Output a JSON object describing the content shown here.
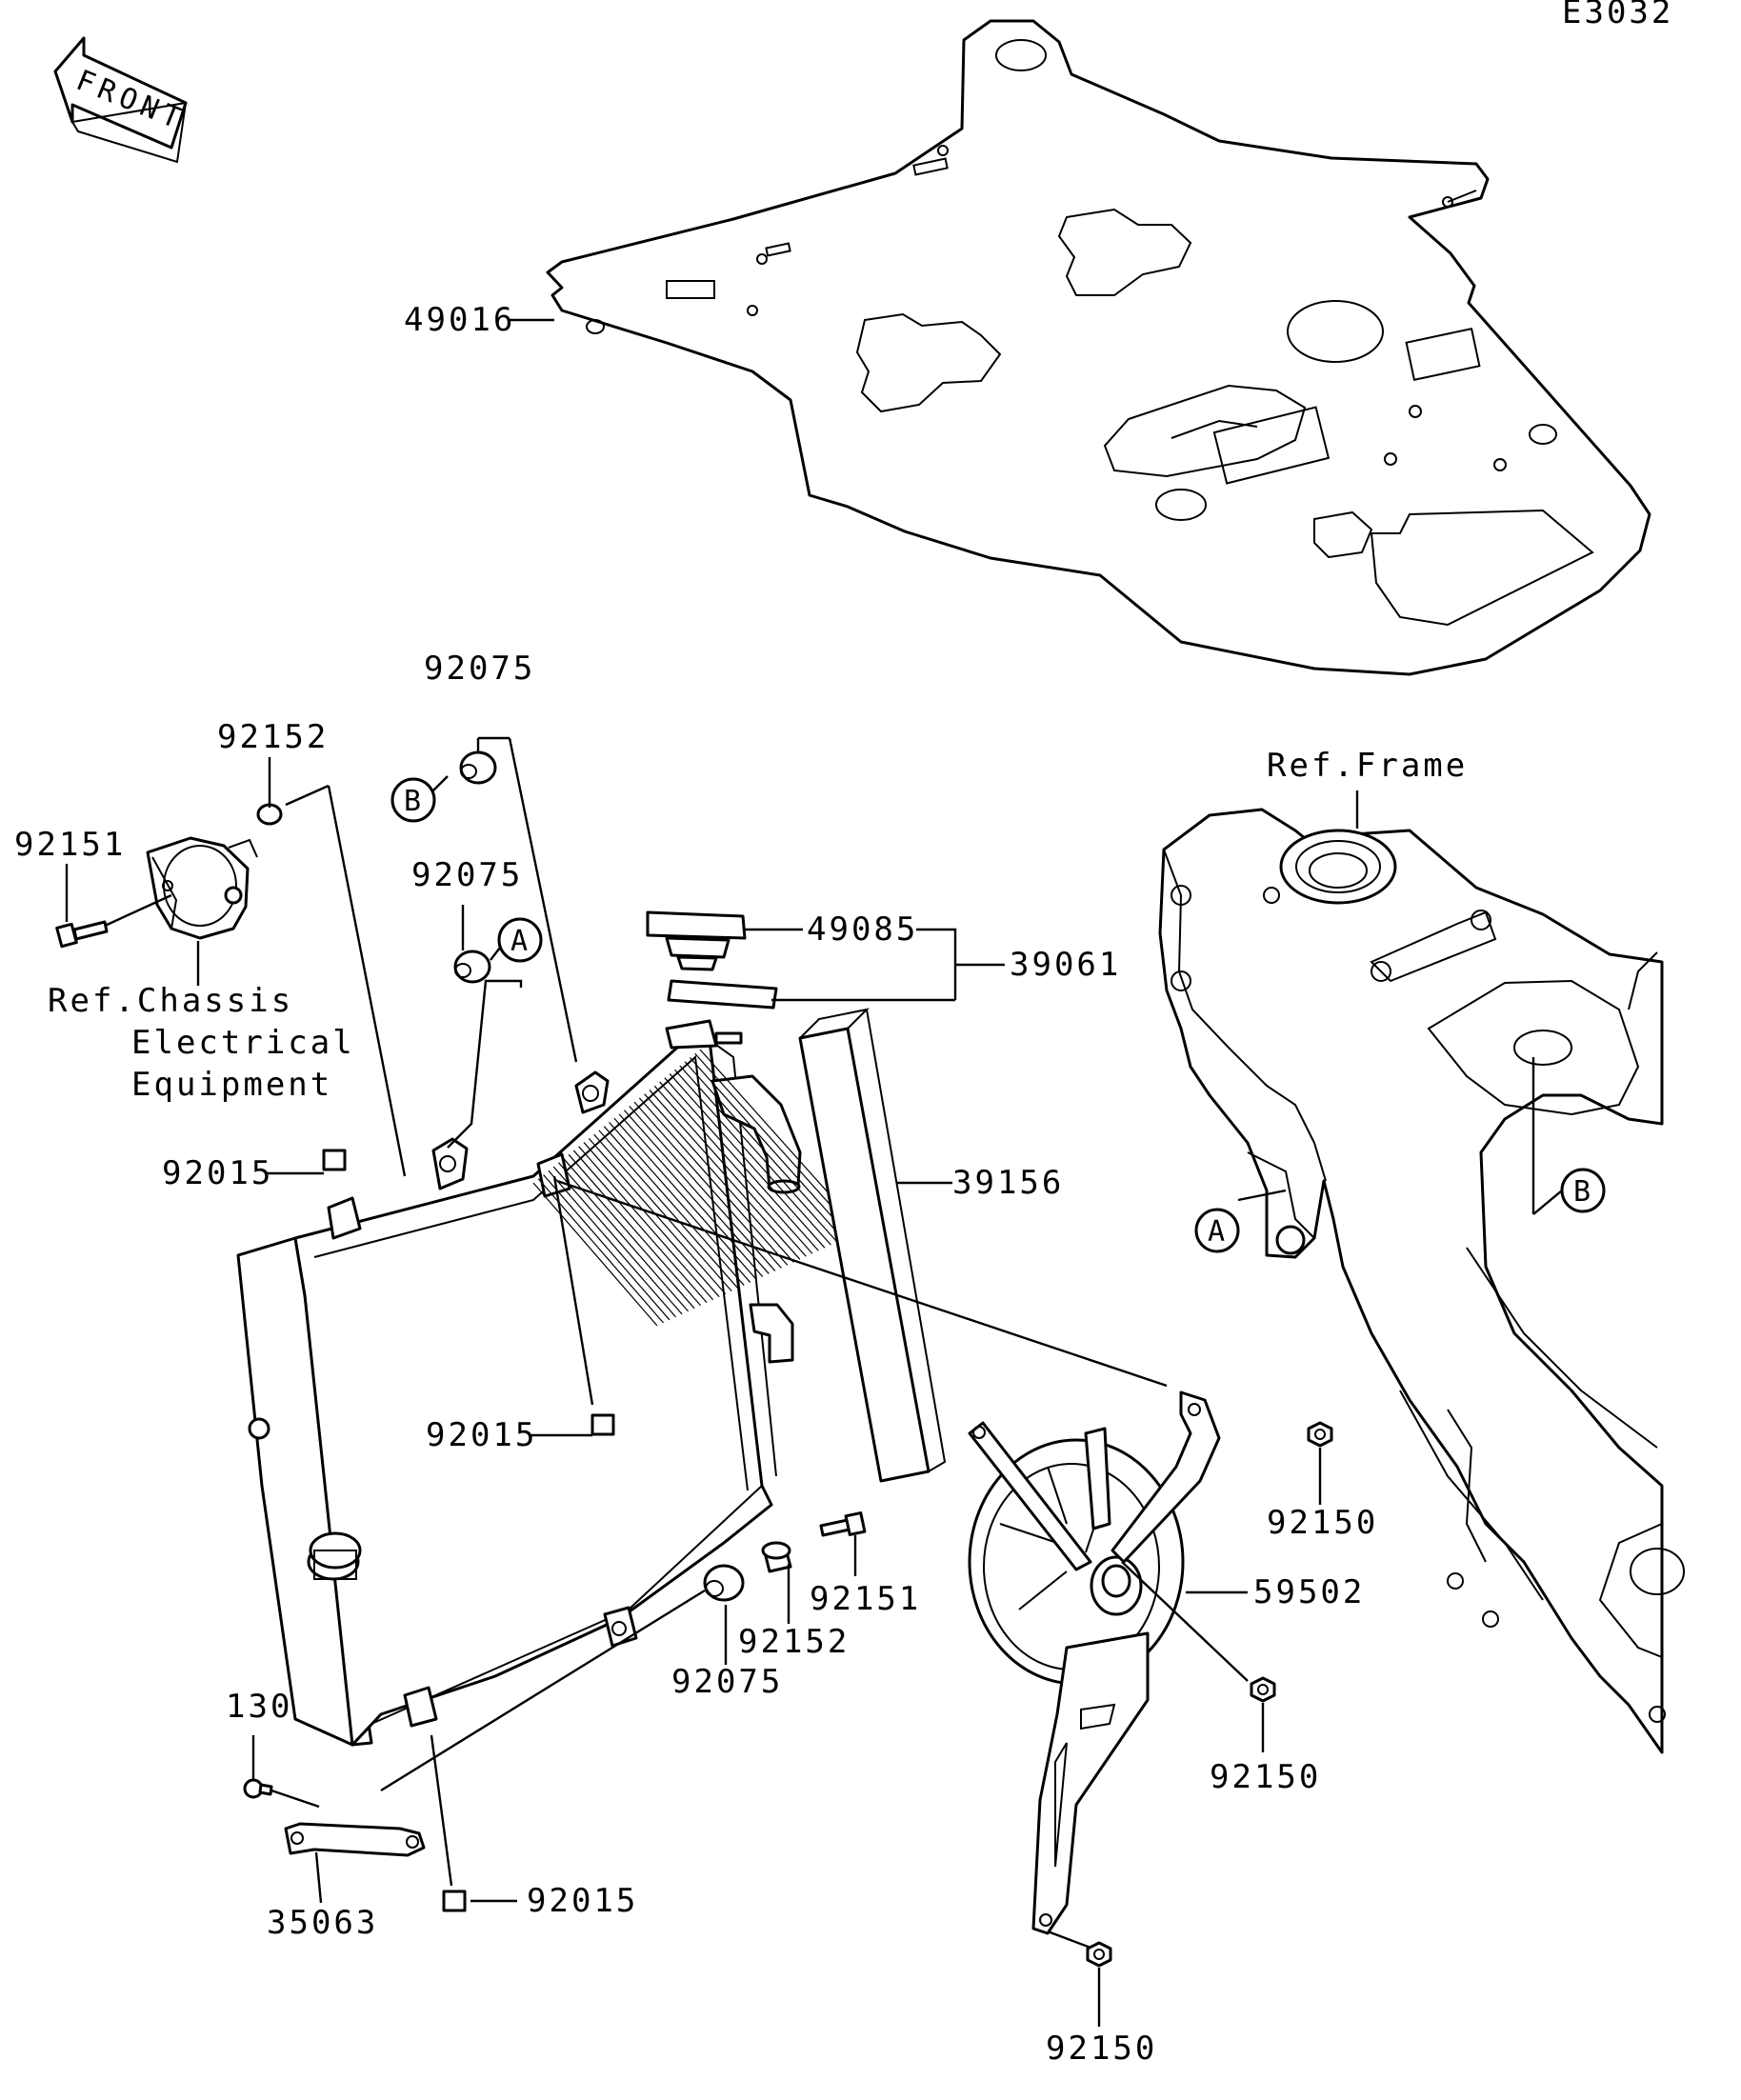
{
  "figure_code": "E3032",
  "front_label": "FRONT",
  "callouts": {
    "p49016": "49016",
    "p92075_top": "92075",
    "p92075_mid": "92075",
    "p92075_low": "92075",
    "p92152_top": "92152",
    "p92152_low": "92152",
    "p92151_left": "92151",
    "p92151_right": "92151",
    "p49085": "49085",
    "p39061": "39061",
    "p39156": "39156",
    "p92015_a": "92015",
    "p92015_b": "92015",
    "p92015_c": "92015",
    "p92150_a": "92150",
    "p92150_b": "92150",
    "p92150_c": "92150",
    "p59502": "59502",
    "p130": "130",
    "p35063": "35063"
  },
  "references": {
    "frame": "Ref.Frame",
    "chassis_line1": "Ref.Chassis",
    "chassis_line2": "Electrical",
    "chassis_line3": "Equipment"
  },
  "connectors": {
    "a_left": "A",
    "a_right": "A",
    "b_left": "B",
    "b_right": "B"
  }
}
